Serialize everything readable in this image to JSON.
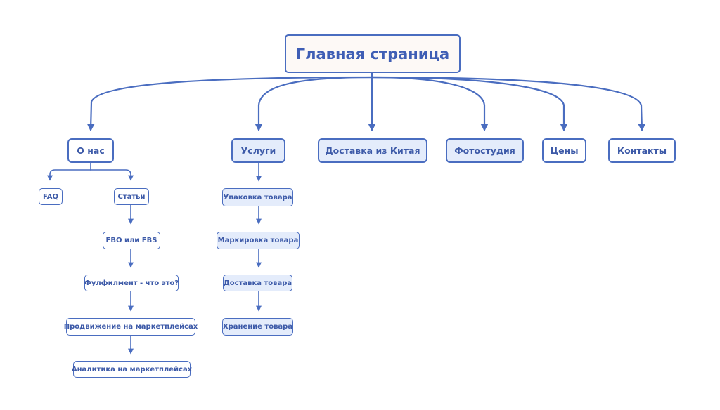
{
  "colors": {
    "accent": "#4a6dc0",
    "text": "#3d5aa8",
    "highlight": "#e4ecfb",
    "root_fill": "#fdf9f6"
  },
  "root": {
    "label": "Главная страница"
  },
  "level1": {
    "about": "О нас",
    "services": "Услуги",
    "delivery_china": "Доставка из Китая",
    "photo_studio": "Фотостудия",
    "prices": "Цены",
    "contacts": "Контакты"
  },
  "about_children": {
    "faq": "FAQ",
    "articles": "Статьи"
  },
  "articles_chain": [
    "FBO или FBS",
    "Фулфилмент - что это?",
    "Продвижение на маркетплейсах",
    "Аналитика на маркетплейсах"
  ],
  "services_chain": [
    "Упаковка товара",
    "Маркировка товара",
    "Доставка товара",
    "Хранение товара"
  ]
}
